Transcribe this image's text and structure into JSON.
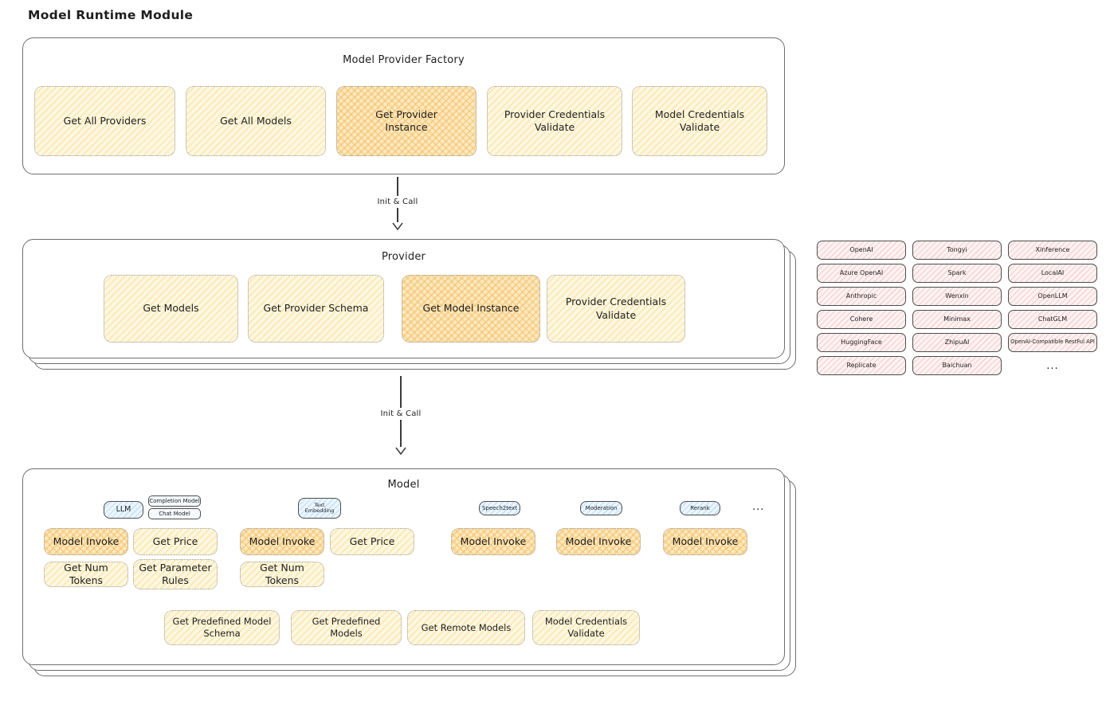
{
  "title": "Model Runtime Module",
  "arrows": {
    "init_call": "Init & Call"
  },
  "colors": {
    "yellow_fill": "#fdf7e2",
    "orange_highlight_fill": "#fbe9c0",
    "pink_fill": "#fdf3f3",
    "blue_fill": "#edf6fd",
    "ink": "#1e1e1e"
  },
  "factory": {
    "label": "Model Provider Factory",
    "buttons": [
      {
        "label": "Get All Providers",
        "highlighted": false
      },
      {
        "label": "Get All Models",
        "highlighted": false
      },
      {
        "label": "Get Provider Instance",
        "highlighted": true
      },
      {
        "label": "Provider Credentials Validate",
        "highlighted": false
      },
      {
        "label": "Model Credentials Validate",
        "highlighted": false
      }
    ]
  },
  "provider": {
    "label": "Provider",
    "buttons": [
      {
        "label": "Get Models",
        "highlighted": false
      },
      {
        "label": "Get Provider Schema",
        "highlighted": false
      },
      {
        "label": "Get Model Instance",
        "highlighted": true
      },
      {
        "label": "Provider Credentials Validate",
        "highlighted": false
      }
    ]
  },
  "provider_list": {
    "col1": [
      "OpenAI",
      "Azure OpenAI",
      "Anthropic",
      "Cohere",
      "HuggingFace",
      "Replicate"
    ],
    "col2": [
      "Tongyi",
      "Spark",
      "Wenxin",
      "Minimax",
      "ZhipuAI",
      "Baichuan"
    ],
    "col3": [
      "Xinference",
      "LocalAI",
      "OpenLLM",
      "ChatGLM",
      "OpenAI-Compatible RestFul API"
    ],
    "more": "..."
  },
  "model": {
    "label": "Model",
    "tabs": {
      "llm": "LLM",
      "completion_model": "Completion Model",
      "chat_model": "Chat Model",
      "text_embedding": "Text Embedding",
      "speech2text": "Speech2text",
      "moderation": "Moderation",
      "rerank": "Rerank",
      "more": "..."
    },
    "functions": {
      "model_invoke": "Model Invoke",
      "get_price": "Get Price",
      "get_num_tokens": "Get Num Tokens",
      "get_parameter_rules": "Get Parameter Rules"
    },
    "bottom_buttons": [
      "Get Predefined Model Schema",
      "Get Predefined Models",
      "Get Remote Models",
      "Model Credentials Validate"
    ]
  }
}
